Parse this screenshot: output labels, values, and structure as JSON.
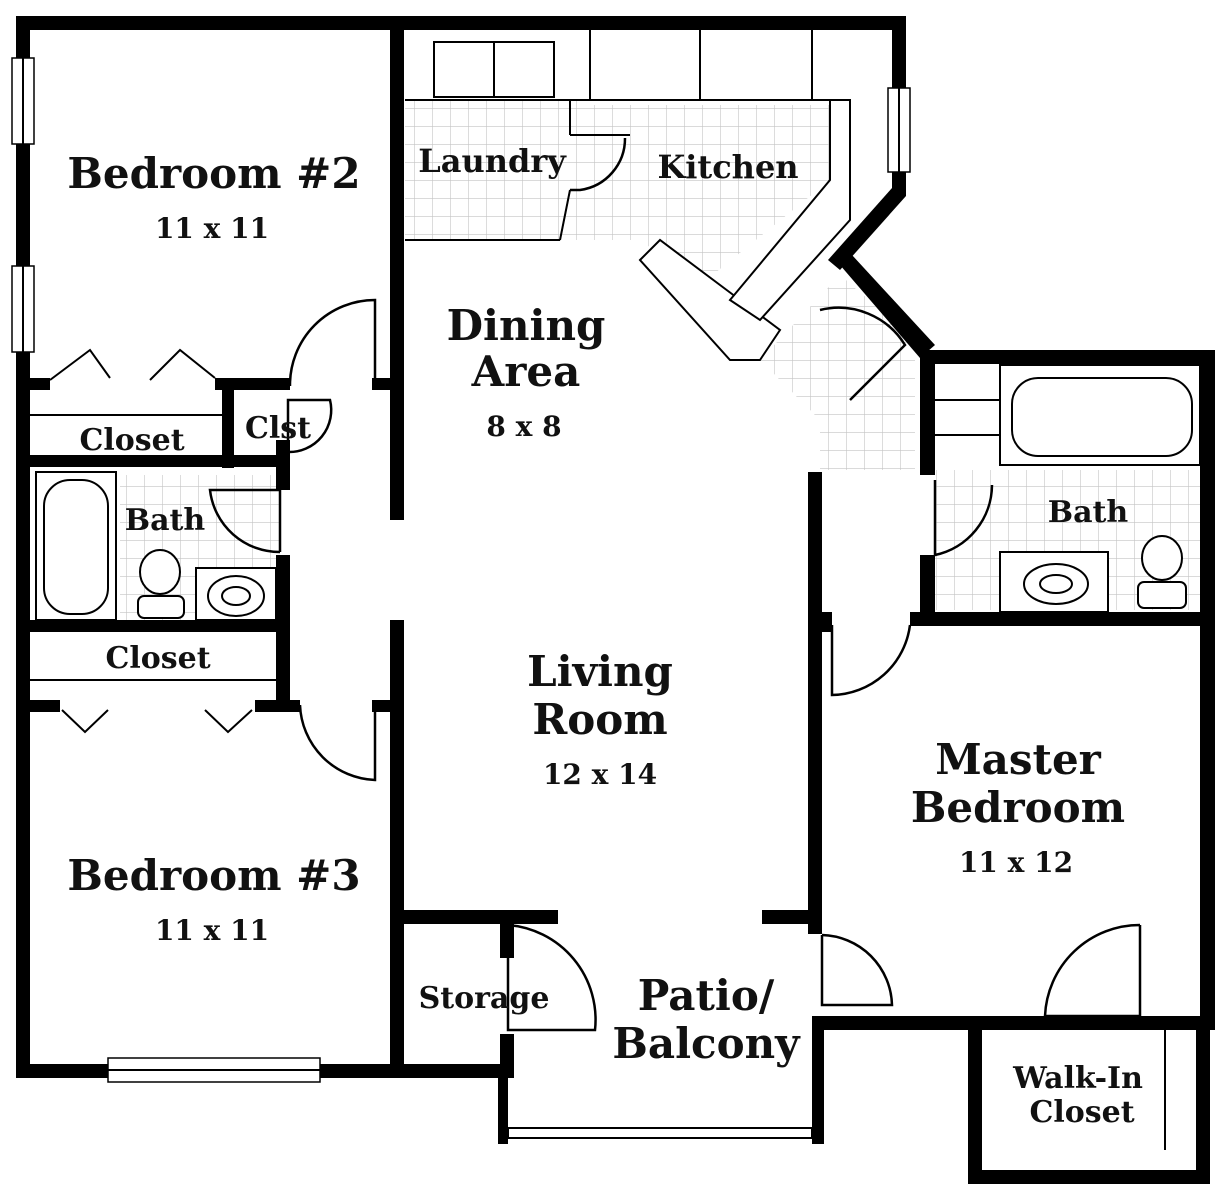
{
  "rooms": {
    "bedroom2": {
      "name": "Bedroom #2",
      "size": "11 x 11"
    },
    "bedroom3": {
      "name": "Bedroom #3",
      "size": "11 x 11"
    },
    "closet_a": {
      "name": "Closet"
    },
    "closet_b": {
      "name": "Closet"
    },
    "clst": {
      "name": "Clst"
    },
    "bath_left": {
      "name": "Bath"
    },
    "laundry": {
      "name": "Laundry"
    },
    "kitchen": {
      "name": "Kitchen"
    },
    "dining": {
      "name_line1": "Dining",
      "name_line2": "Area",
      "size": "8 x 8"
    },
    "living": {
      "name_line1": "Living",
      "name_line2": "Room",
      "size": "12 x 14"
    },
    "bath_right": {
      "name": "Bath"
    },
    "master": {
      "name_line1": "Master",
      "name_line2": "Bedroom",
      "size": "11 x 12"
    },
    "storage": {
      "name": "Storage"
    },
    "patio": {
      "name_line1": "Patio/",
      "name_line2": "Balcony"
    },
    "walkin": {
      "name_line1": "Walk-In",
      "name_line2": "Closet"
    }
  },
  "colors": {
    "wall": "#000000",
    "background": "#ffffff",
    "tile_grid": "#bbbbbb"
  }
}
